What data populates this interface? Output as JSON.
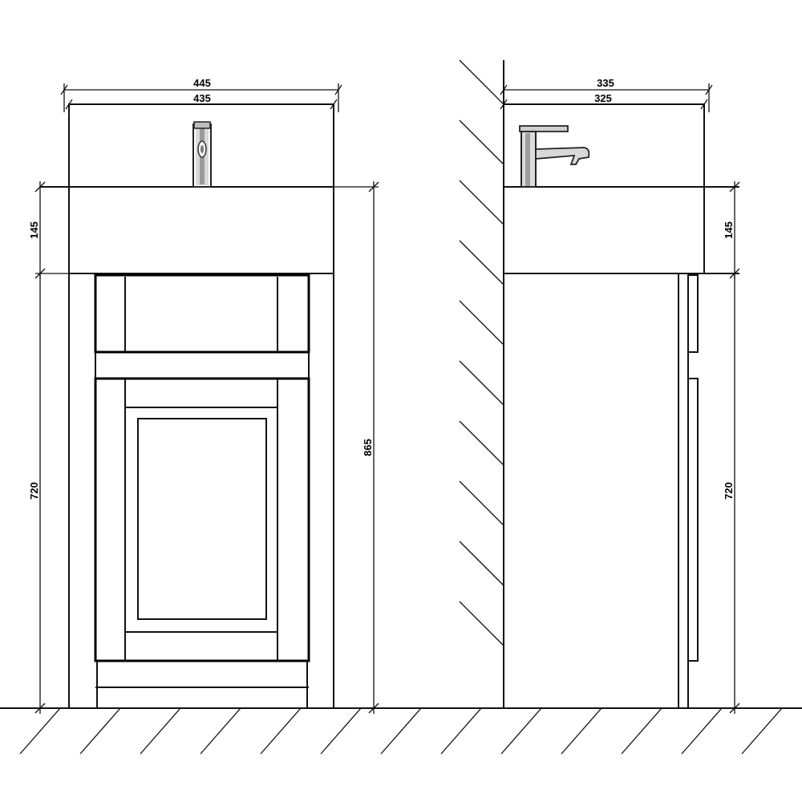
{
  "front_view": {
    "width_outer_label": "445",
    "width_inner_label": "435",
    "basin_height_label": "145",
    "cabinet_height_label": "720",
    "total_height_label": "865"
  },
  "side_view": {
    "depth_outer_label": "335",
    "depth_inner_label": "325",
    "basin_height_label": "145",
    "cabinet_height_label": "720"
  }
}
